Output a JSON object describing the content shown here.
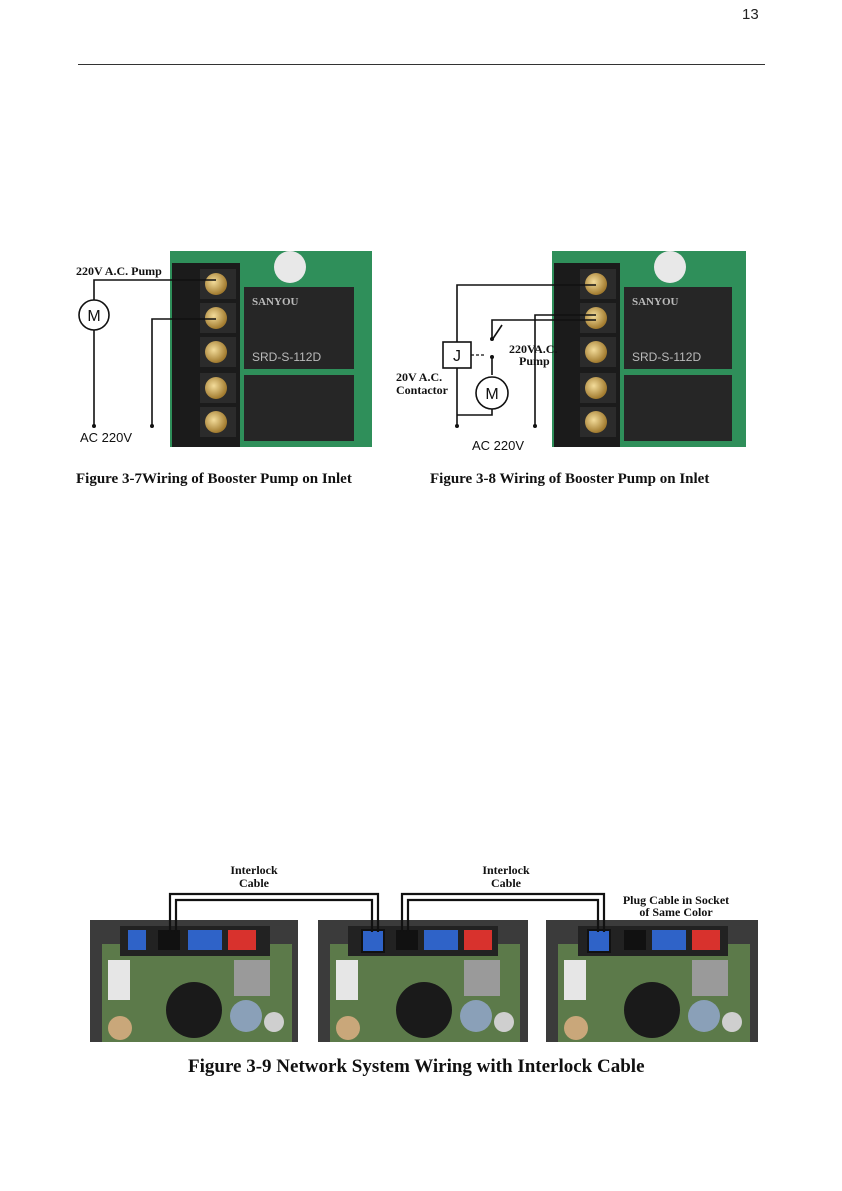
{
  "page": {
    "number": "13"
  },
  "figures": {
    "fig_3_7": {
      "caption": "Figure 3-7Wiring of Booster Pump on Inlet",
      "pump_label": "220V A.C. Pump",
      "motor_symbol": "M",
      "supply_label": "AC 220V",
      "relay_brand": "SANYOU",
      "relay_model": "SRD-S-112D"
    },
    "fig_3_8": {
      "caption": "Figure 3-8 Wiring of Booster Pump on Inlet",
      "contactor_symbol": "J",
      "contactor_label_line1": "20V A.C.",
      "contactor_label_line2": "Contactor",
      "pump_label_line1": "220VA.C.",
      "pump_label_line2": "Pump",
      "motor_symbol": "M",
      "supply_label": "AC 220V",
      "relay_brand": "SANYOU",
      "relay_model": "SRD-S-112D"
    },
    "fig_3_9": {
      "caption": "Figure 3-9 Network System Wiring with Interlock Cable",
      "cable_label_1_line1": "Interlock",
      "cable_label_1_line2": "Cable",
      "cable_label_2_line1": "Interlock",
      "cable_label_2_line2": "Cable",
      "note_line1": "Plug Cable in Socket",
      "note_line2": "of Same Color"
    }
  },
  "colors": {
    "pcb_green": "#2f8f5a",
    "terminal_black": "#1b1b1b",
    "brass": "#c9a450",
    "relay_black": "#262626",
    "socket_blue": "#2f63c8",
    "socket_red": "#d8322d"
  }
}
